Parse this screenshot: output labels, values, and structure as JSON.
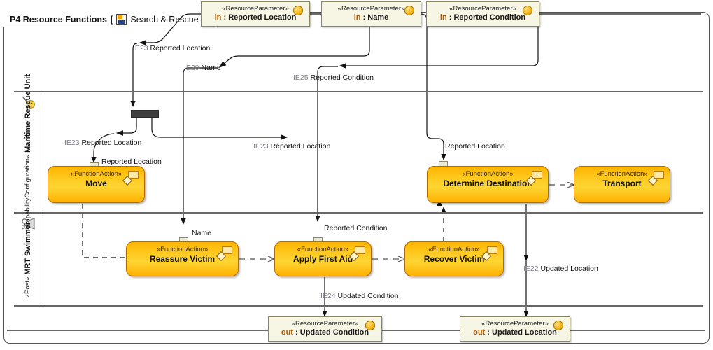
{
  "diagram": {
    "title": "P4 Resource Functions",
    "bracket_open": "[",
    "bracket_close": "]",
    "context": "Search & Rescue",
    "title_icon": "activity-diagram-icon"
  },
  "lanes": [
    {
      "stereotype": "«CapabilityConfiguration»",
      "name": "Maritime Rescue Unit",
      "icon": "capability-configuration-icon"
    },
    {
      "stereotype": "«Post»",
      "name": "MRT Swimmer",
      "icon": "post-role-icon"
    }
  ],
  "input_parameters": [
    {
      "stereotype": "«ResourceParameter»",
      "direction": "in",
      "separator": " : ",
      "name": "Reported Location",
      "icon": "parameter-ball-icon"
    },
    {
      "stereotype": "«ResourceParameter»",
      "direction": "in",
      "separator": " : ",
      "name": "Name",
      "icon": "parameter-ball-icon"
    },
    {
      "stereotype": "«ResourceParameter»",
      "direction": "in",
      "separator": " : ",
      "name": "Reported Condition",
      "icon": "parameter-ball-icon"
    }
  ],
  "output_parameters": [
    {
      "stereotype": "«ResourceParameter»",
      "direction": "out",
      "separator": " : ",
      "name": "Updated Condition",
      "icon": "parameter-ball-icon"
    },
    {
      "stereotype": "«ResourceParameter»",
      "direction": "out",
      "separator": " : ",
      "name": "Updated Location",
      "icon": "parameter-ball-icon"
    }
  ],
  "actions": [
    {
      "stereotype": "«FunctionAction»",
      "name": "Move",
      "lane": "Maritime Rescue Unit"
    },
    {
      "stereotype": "«FunctionAction»",
      "name": "Determine Destination",
      "lane": "Maritime Rescue Unit"
    },
    {
      "stereotype": "«FunctionAction»",
      "name": "Transport",
      "lane": "Maritime Rescue Unit"
    },
    {
      "stereotype": "«FunctionAction»",
      "name": "Reassure Victim",
      "lane": "MRT Swimmer"
    },
    {
      "stereotype": "«FunctionAction»",
      "name": "Apply First Aid",
      "lane": "MRT Swimmer"
    },
    {
      "stereotype": "«FunctionAction»",
      "name": "Recover Victim",
      "lane": "MRT Swimmer"
    }
  ],
  "pins": [
    {
      "label": "Reported Location",
      "owner": "Move"
    },
    {
      "label": "Reported Location",
      "owner": "Determine Destination"
    },
    {
      "label": "Name",
      "owner": "Reassure Victim"
    },
    {
      "label": "Reported Condition",
      "owner": "Apply First Aid"
    }
  ],
  "edges": [
    {
      "id": "IE23",
      "name": "Reported Location"
    },
    {
      "id": "IE20",
      "name": "Name"
    },
    {
      "id": "IE25",
      "name": "Reported Condition"
    },
    {
      "id": "IE23",
      "name": "Reported Location"
    },
    {
      "id": "IE23",
      "name": "Reported Location"
    },
    {
      "id": "IE24",
      "name": "Updated Condition"
    },
    {
      "id": "IE22",
      "name": "Updated Location"
    }
  ],
  "edge_labels": {
    "ie23_top": {
      "id": "IE23",
      "name": "Reported Location"
    },
    "ie20_top": {
      "id": "IE20",
      "name": "Name"
    },
    "ie25_top": {
      "id": "IE25",
      "name": "Reported Condition"
    },
    "ie23_left": {
      "id": "IE23",
      "name": "Reported Location"
    },
    "ie23_mid": {
      "id": "IE23",
      "name": "Reported Location"
    },
    "ie24_bottom": {
      "id": "IE24",
      "name": "Updated Condition"
    },
    "ie22_right": {
      "id": "IE22",
      "name": "Updated Location"
    }
  },
  "colors": {
    "action_fill": "#ffc81e",
    "action_border": "#b06a00",
    "parameter_fill": "#f7f6e4",
    "parameter_border": "#8a8660",
    "ball": "#f7b718",
    "frame_border": "#555555",
    "edge_id_text": "#7d7d8c"
  }
}
